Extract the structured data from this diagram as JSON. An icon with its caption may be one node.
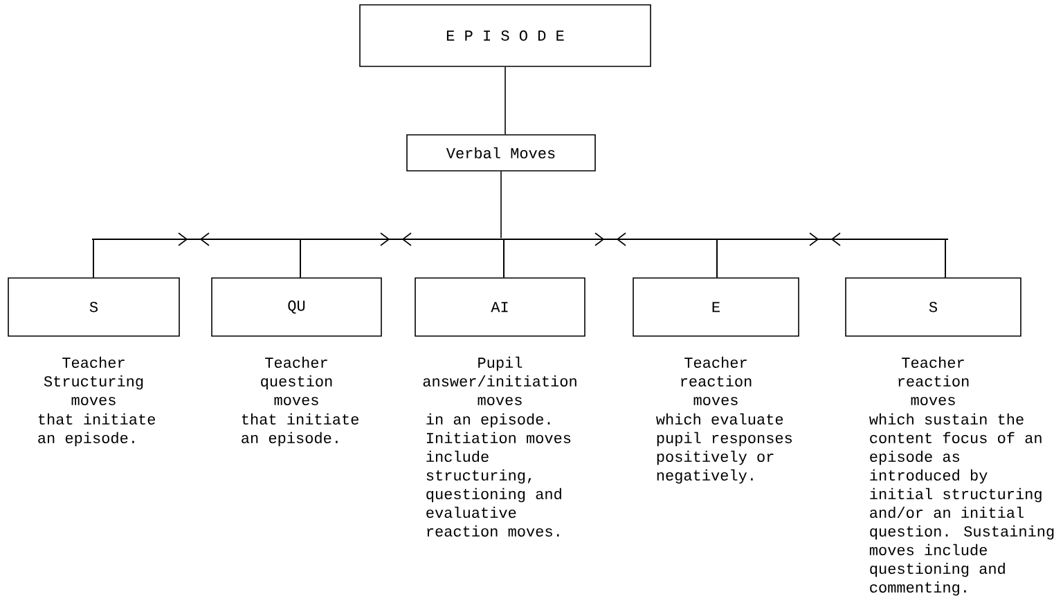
{
  "diagram": {
    "nodes": [
      {
        "text": [
          "E P I S O D E"
        ]
      },
      {
        "text": [
          "Verbal Moves"
        ]
      },
      {
        "text": [],
        "shape": "bar"
      },
      {
        "text": [
          "S"
        ],
        "beside": [
          "Teacher Structuring moves",
          "that initiate an episode."
        ]
      },
      {
        "text": [
          "QU"
        ],
        "beside": [
          "Teacher question moves",
          "that initiate an episode."
        ]
      },
      {
        "text": [
          "AI"
        ],
        "beside": [
          "Pupil answer/initiation moves",
          "in an episode. Initiation moves include structuring, questioning and evaluative reaction moves."
        ]
      },
      {
        "text": [
          "E"
        ],
        "beside": [
          "Teacher reaction moves",
          "which evaluate pupil responses positively or negatively."
        ]
      },
      {
        "text": [
          "S"
        ],
        "beside": [
          "Teacher reaction moves",
          "which sustain the content focus of an episode as introduced by initial structuring and/or an initial question.  Sustaining moves include questioning and commenting."
        ]
      }
    ],
    "edges": [
      {
        "from": 0,
        "to": 1,
        "arrow": "none"
      },
      {
        "from": 1,
        "to": 2,
        "arrow": "none"
      },
      {
        "from": 2,
        "to": 3,
        "arrow": "none"
      },
      {
        "from": 2,
        "to": 4,
        "arrow": "none"
      },
      {
        "from": 2,
        "to": 5,
        "arrow": "none"
      },
      {
        "from": 2,
        "to": 6,
        "arrow": "none"
      },
      {
        "from": 2,
        "to": 7,
        "arrow": "none"
      },
      {
        "from": 3,
        "to": 4,
        "arrow": "to"
      },
      {
        "from": 4,
        "to": 5,
        "arrow": "to"
      },
      {
        "from": 5,
        "to": 6,
        "arrow": "to"
      },
      {
        "from": 6,
        "to": 7,
        "arrow": "to"
      }
    ]
  }
}
